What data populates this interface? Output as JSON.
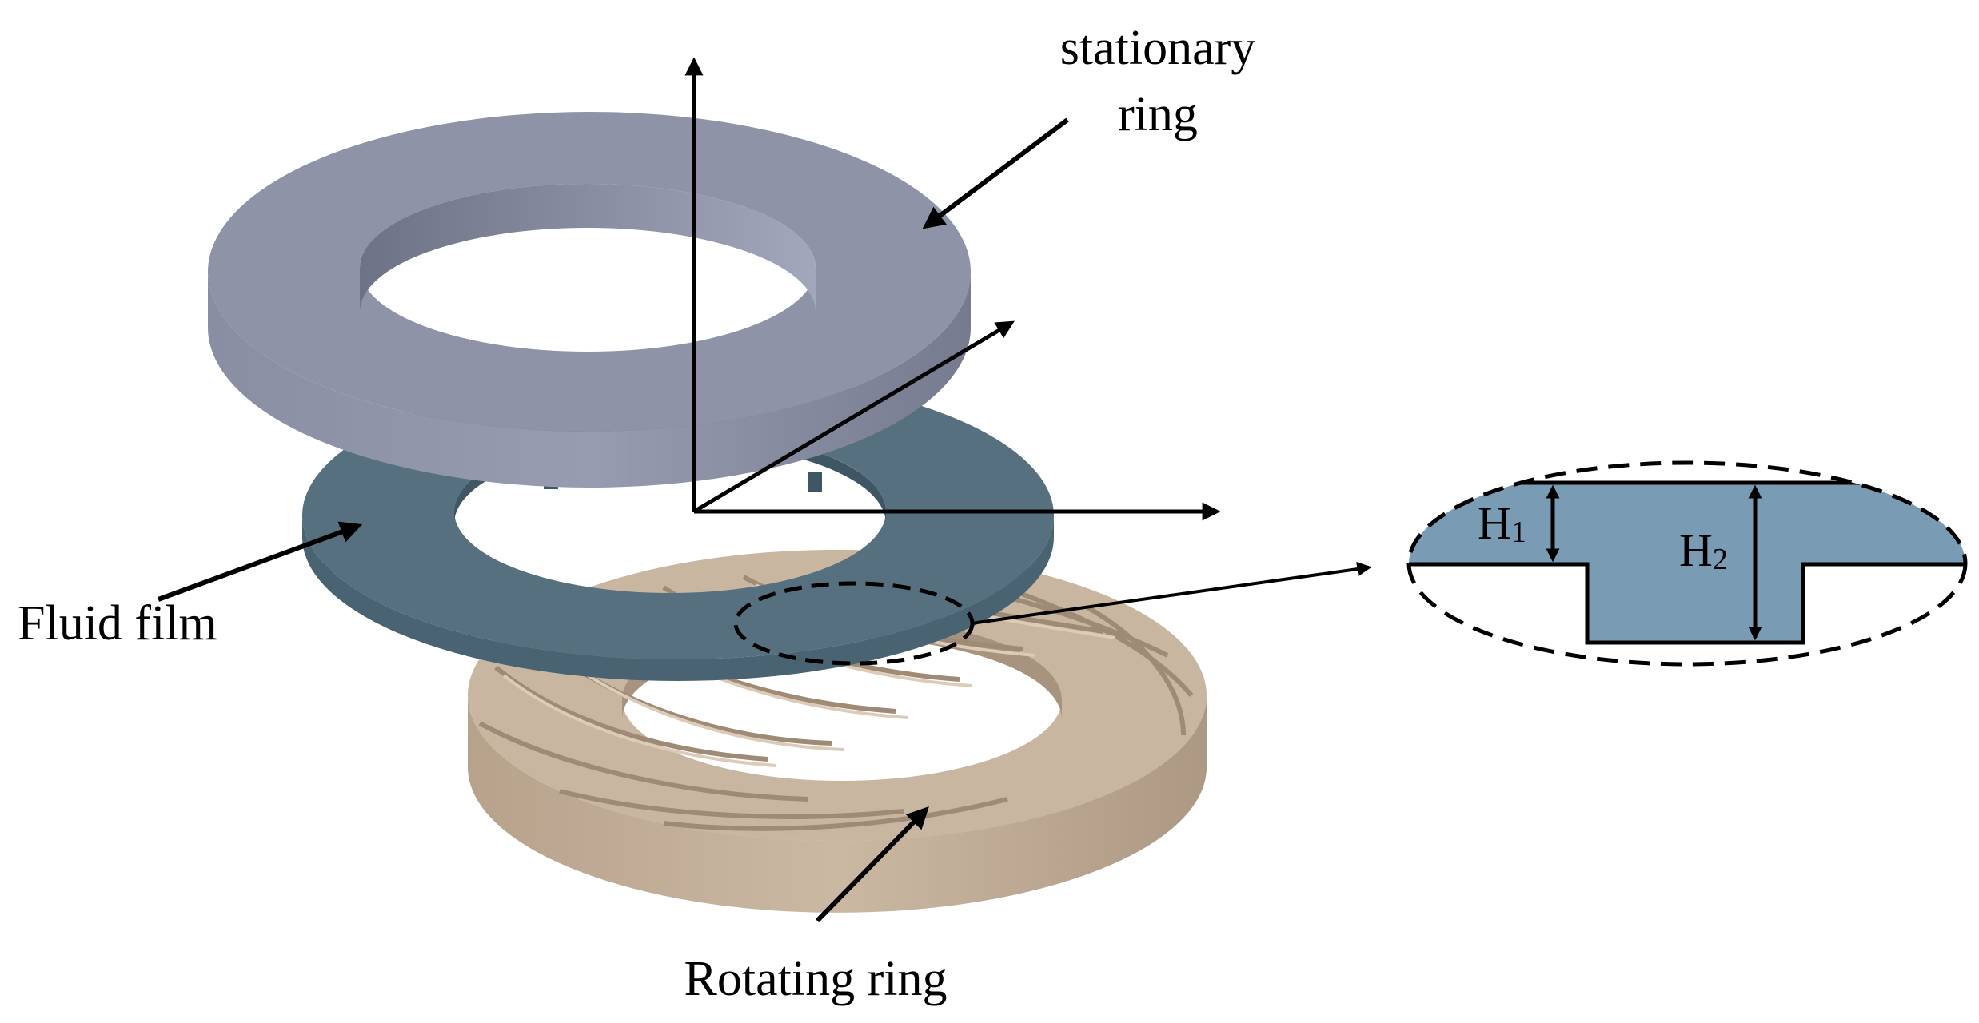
{
  "labels": {
    "stationary_line1": "stationary",
    "stationary_line2": "ring",
    "fluid_film": "Fluid film",
    "rotating_ring": "Rotating ring",
    "h1_main": "H",
    "h1_sub": "1",
    "h2_main": "H",
    "h2_sub": "2"
  },
  "colors": {
    "stationary_ring": "#8e93a8",
    "fluid_film": "#56707f",
    "rotating_ring": "#c4b09a",
    "film_section": "#7a9bb4",
    "line": "#000000"
  }
}
